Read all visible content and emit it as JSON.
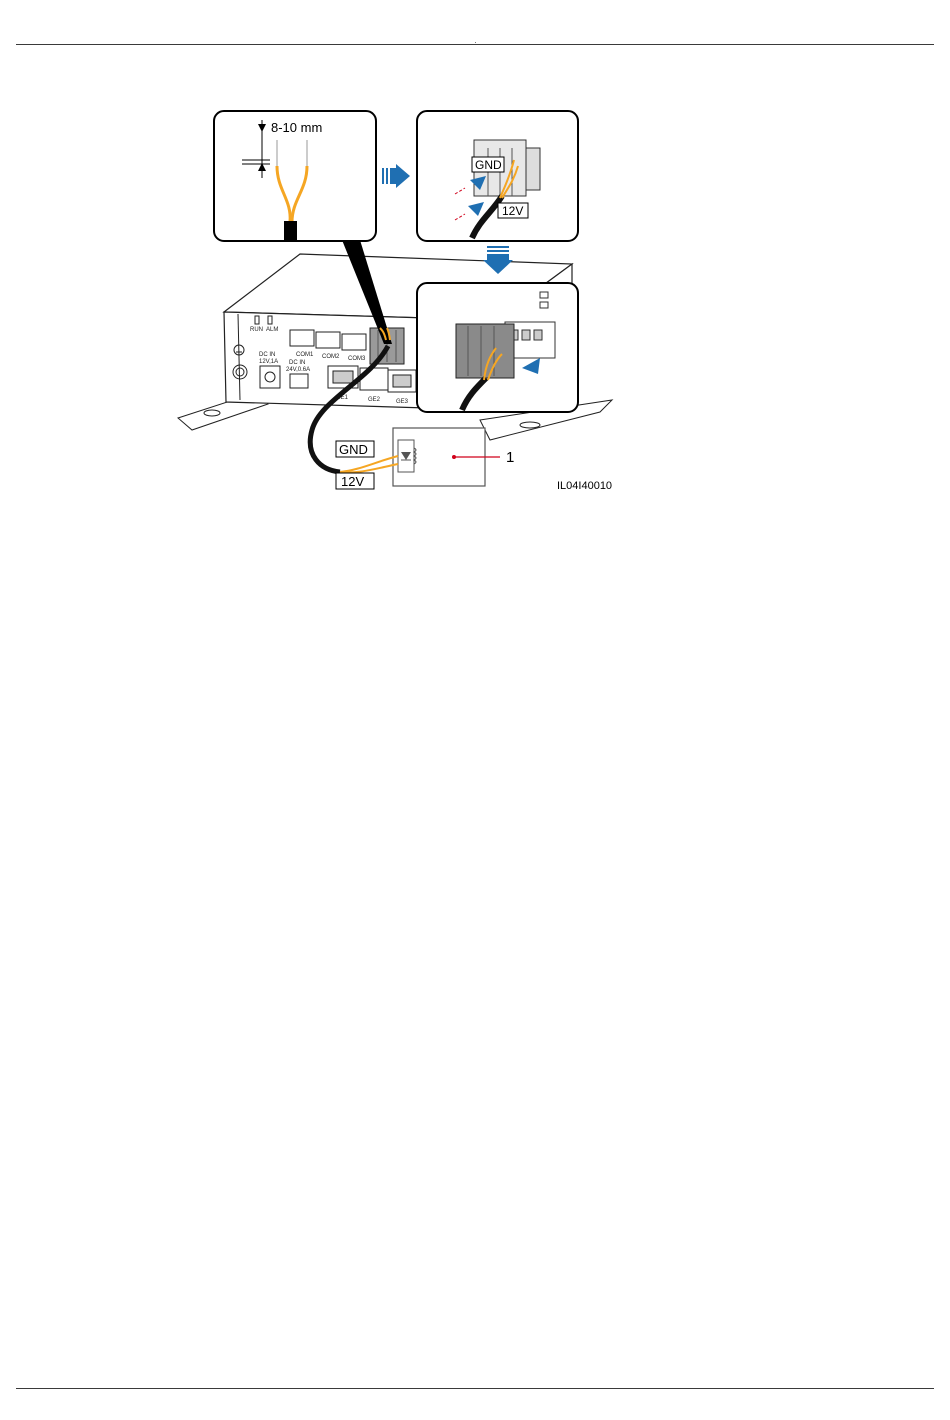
{
  "figure": {
    "wire_strip_length": "8-10 mm",
    "terminal_gnd": "GND",
    "terminal_12v": "12V",
    "callout_number": "1",
    "figure_id": "IL04I40010",
    "device_labels": {
      "run": "RUN",
      "alm": "ALM",
      "com1": "COM1",
      "com2": "COM2",
      "com3": "COM3",
      "dc_in_12v": "DC IN",
      "dc_in_12v_rating": "12V,1A",
      "dc_in_24v": "DC IN",
      "dc_in_24v_rating": "24V,0.6A",
      "ge1": "GE1",
      "ge2": "GE2",
      "ge3": "GE3"
    }
  },
  "colors": {
    "wire_orange": "#f5a623",
    "cable_black": "#111111",
    "arrow_blue": "#1f6fb2",
    "callout_red": "#d0021b"
  }
}
